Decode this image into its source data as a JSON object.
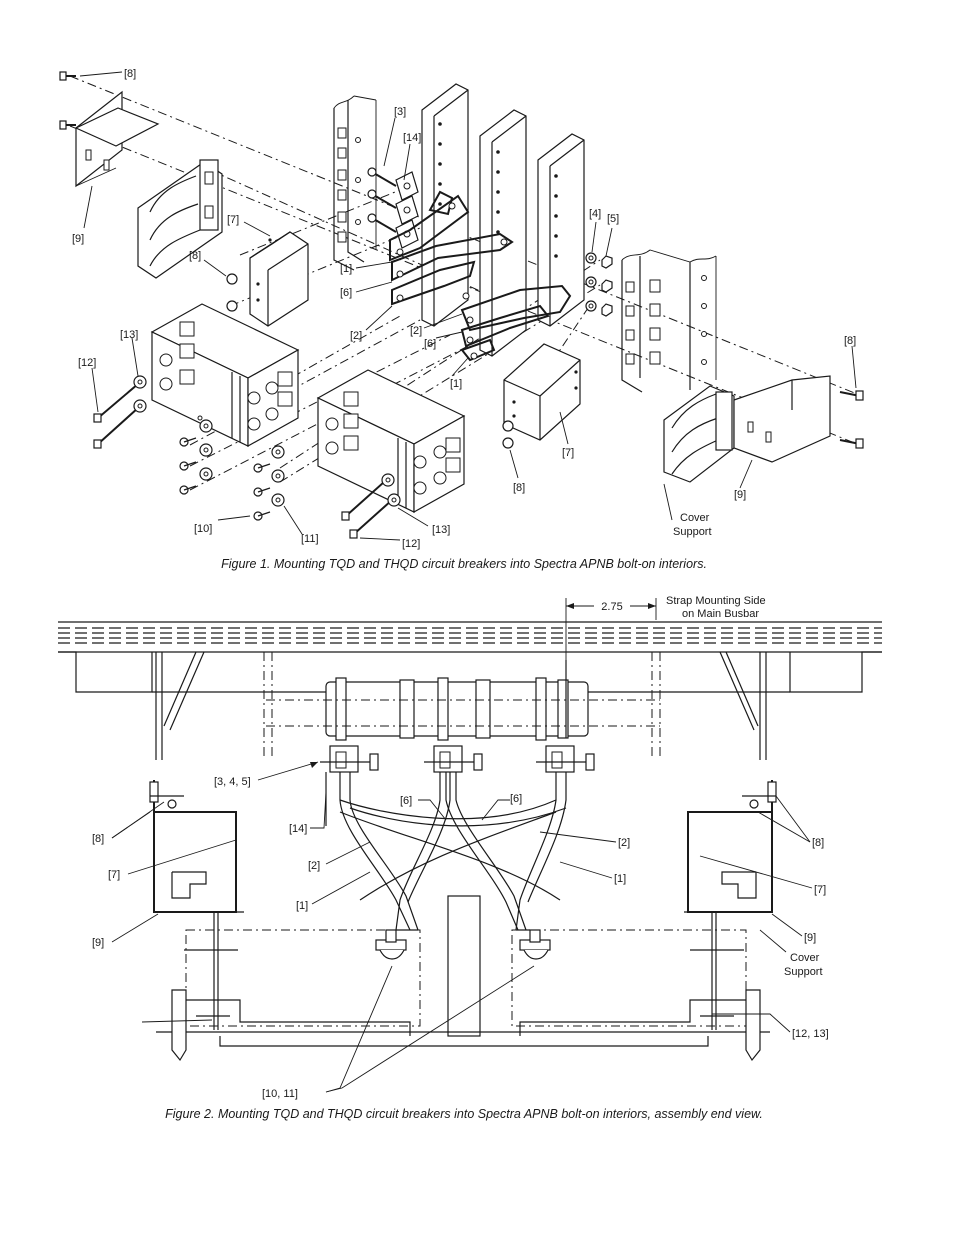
{
  "figure1": {
    "caption": "Figure 1. Mounting TQD and THQD circuit breakers into Spectra APNB bolt-on interiors.",
    "labels": {
      "l8_top": "[8]",
      "l9_left": "[9]",
      "l3": "[3]",
      "l14": "[14]",
      "l7_top": "[7]",
      "l8_mid": "[8]",
      "l1_top": "[1]",
      "l6_top": "[6]",
      "l2_left": "[2]",
      "l2_mid": "[2]",
      "l6_mid": "[6]",
      "l1_bot": "[1]",
      "l4": "[4]",
      "l5": "[5]",
      "l13_left": "[13]",
      "l12_left": "[12]",
      "l10": "[10]",
      "l11": "[11]",
      "l13_right": "[13]",
      "l12_right": "[12]",
      "l8_bot": "[8]",
      "l7_bot": "[7]",
      "l8_right": "[8]",
      "l9_right": "[9]",
      "cover1": "Cover",
      "support1": "Support"
    }
  },
  "figure2": {
    "caption": "Figure 2. Mounting TQD and THQD circuit breakers into Spectra APNB bolt-on interiors, assembly end view.",
    "dimension": "2.75",
    "strap_line1": "Strap Mounting Side",
    "strap_line2": "on Main Busbar",
    "labels": {
      "l345": "[3, 4, 5]",
      "l14": "[14]",
      "l8_left": "[8]",
      "l7_left": "[7]",
      "l2_left": "[2]",
      "l1_left": "[1]",
      "l9_left": "[9]",
      "l6_a": "[6]",
      "l6_b": "[6]",
      "l2_right": "[2]",
      "l1_right": "[1]",
      "l8_right": "[8]",
      "l7_right": "[7]",
      "l9_right": "[9]",
      "cover2": "Cover",
      "support2": "Support",
      "l1213": "[12, 13]",
      "l1011": "[10, 11]"
    }
  }
}
